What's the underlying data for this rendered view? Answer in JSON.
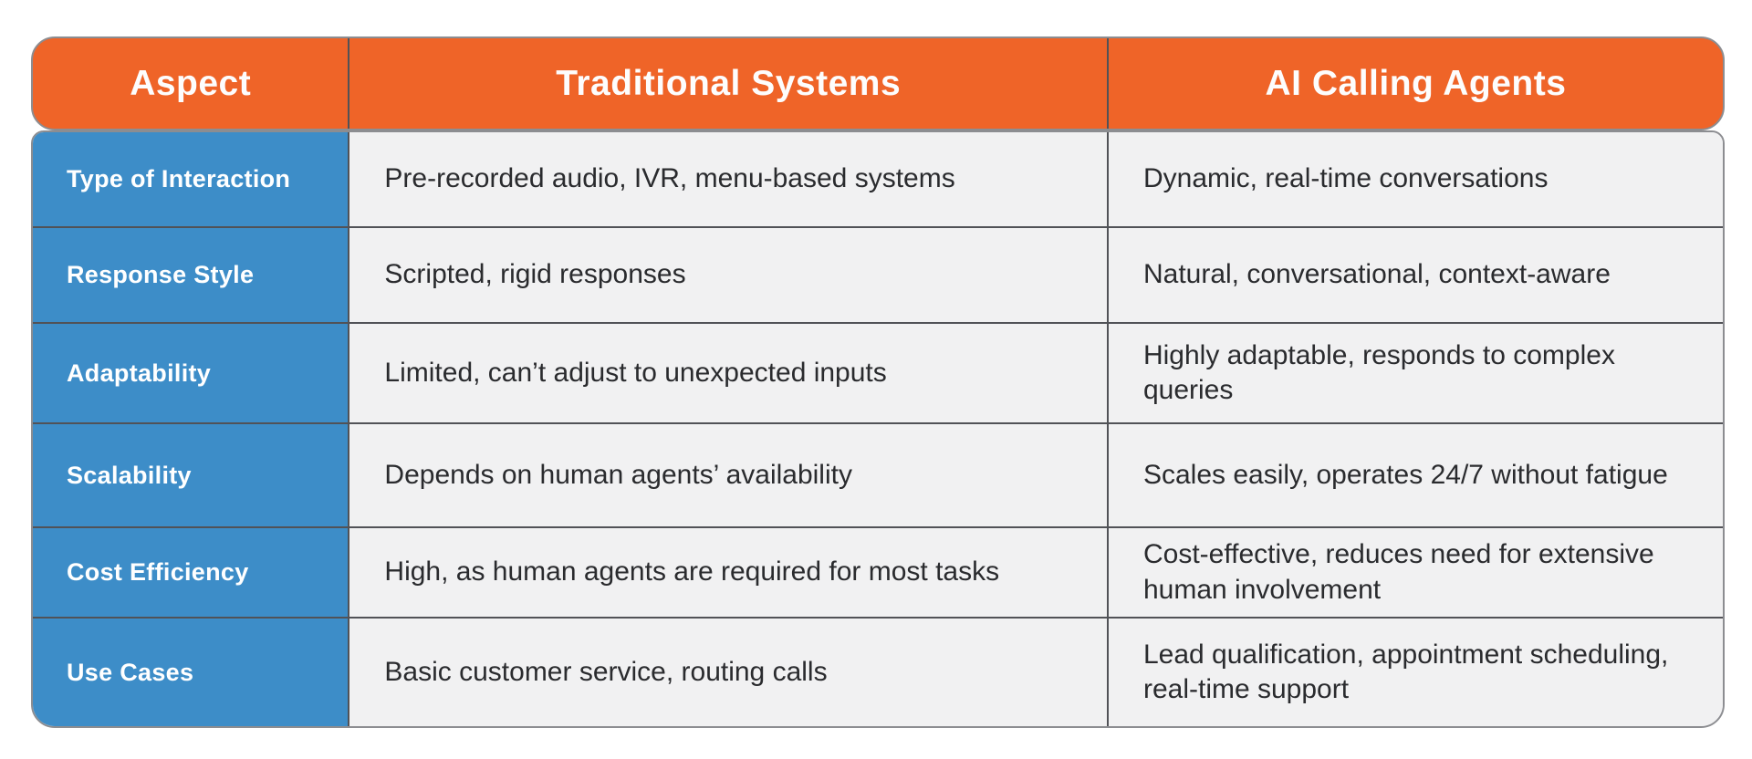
{
  "colors": {
    "header_bg": "#ef6428",
    "aspect_bg": "#3d8dc8",
    "cell_bg": "#f1f1f2",
    "header_text": "#fdfdfd",
    "aspect_text": "#ffffff",
    "body_text": "#2a2b2e",
    "divider": "#515257",
    "outer_border": "#8c8d91",
    "page_bg": "#ffffff"
  },
  "table": {
    "headers": [
      "Aspect",
      "Traditional Systems",
      "AI Calling Agents"
    ],
    "rows": [
      {
        "aspect": "Type of Interaction",
        "traditional": "Pre-recorded audio, IVR, menu-based systems",
        "ai": "Dynamic, real-time conversations"
      },
      {
        "aspect": "Response Style",
        "traditional": "Scripted, rigid responses",
        "ai": "Natural, conversational, context-aware"
      },
      {
        "aspect": "Adaptability",
        "traditional": "Limited, can’t adjust to unexpected inputs",
        "ai": "Highly adaptable, responds to complex queries"
      },
      {
        "aspect": "Scalability",
        "traditional": "Depends on human agents’ availability",
        "ai": "Scales easily, operates 24/7 without fatigue"
      },
      {
        "aspect": "Cost Efficiency",
        "traditional": "High, as human agents are required for most tasks",
        "ai": "Cost-effective, reduces need for extensive human involvement"
      },
      {
        "aspect": "Use Cases",
        "traditional": "Basic customer service, routing calls",
        "ai": "Lead qualification, appointment scheduling, real-time support"
      }
    ]
  }
}
